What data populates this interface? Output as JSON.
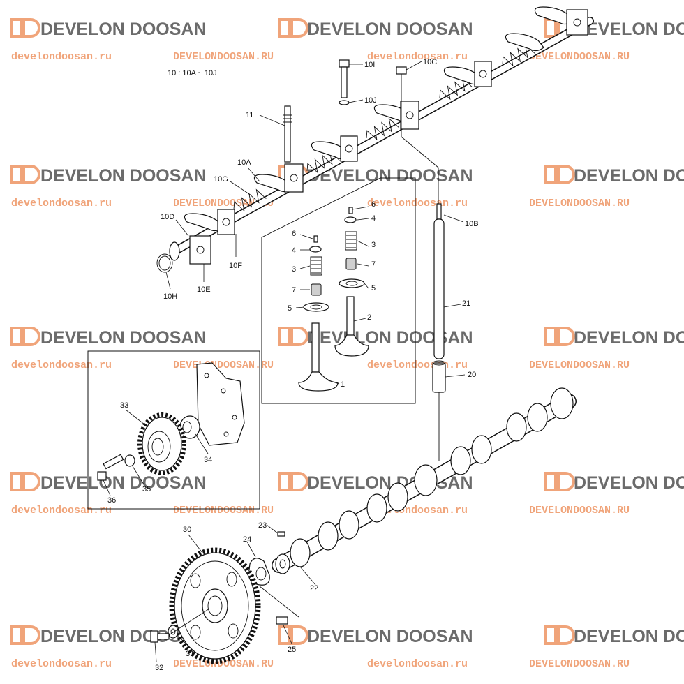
{
  "note": "10 : 10A ~ 10J",
  "callouts": [
    "10I",
    "10C",
    "10J",
    "11",
    "10A",
    "10G",
    "10D",
    "10F",
    "10E",
    "10H",
    "10B",
    "6",
    "4",
    "3",
    "7",
    "5",
    "2",
    "1",
    "21",
    "20",
    "33",
    "34",
    "35",
    "36",
    "30",
    "24",
    "23",
    "22",
    "31",
    "32",
    "25",
    "6",
    "4",
    "3",
    "7",
    "5"
  ],
  "watermark": {
    "brand": "DEVELON DOOSAN",
    "url_lower": "develondoosan.ru",
    "url_upper": "DEVELONDOOSAN.RU",
    "url_color": "#f0a47a",
    "logo_color": "#f0a47a",
    "brand_color": "#6b6b6b"
  }
}
